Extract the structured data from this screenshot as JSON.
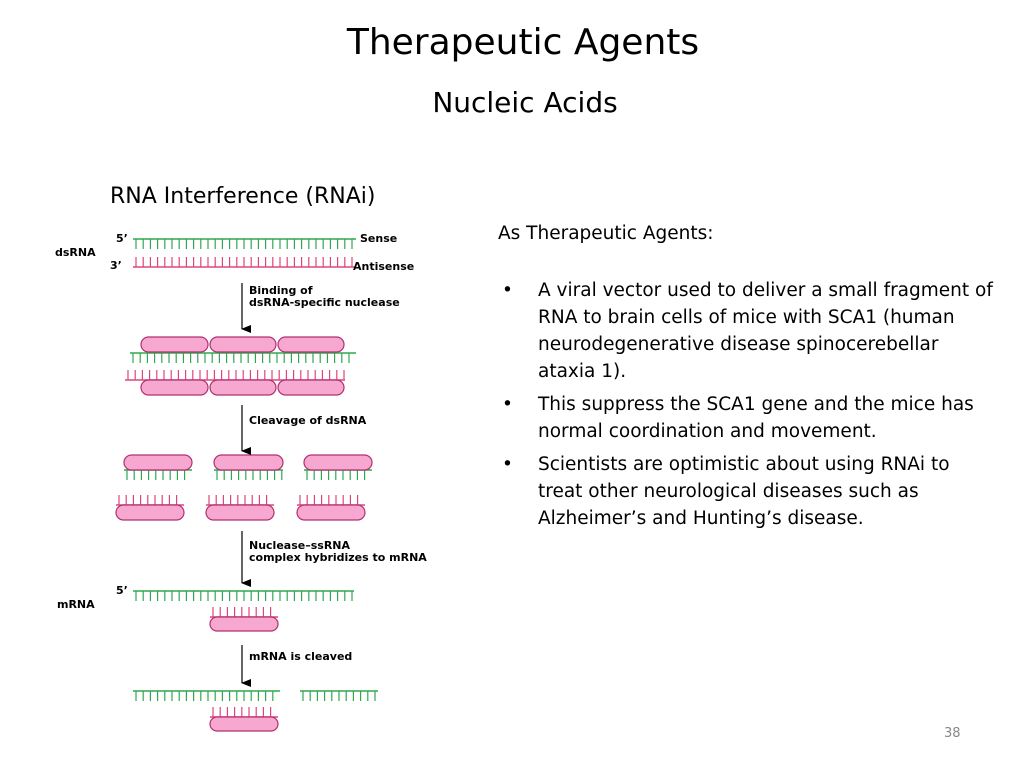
{
  "slide": {
    "title": "Therapeutic Agents",
    "subtitle": "Nucleic Acids",
    "page_number": "38"
  },
  "diagram": {
    "heading": "RNA Interference (RNAi)",
    "labels": {
      "five_prime_top": "5’",
      "three_prime": "3’",
      "dsrna": "dsRNA",
      "sense": "Sense",
      "antisense": "Antisense",
      "step1_line1": "Binding of",
      "step1_line2": "dsRNA-specific nuclease",
      "step2": "Cleavage of dsRNA",
      "step3_line1": "Nuclease–ssRNA",
      "step3_line2": "complex hybridizes to mRNA",
      "five_prime_mrna": "5’",
      "mrna": "mRNA",
      "step4": "mRNA is cleaved"
    },
    "colors": {
      "sense_strand": "#2fa84f",
      "antisense_strand": "#e0457a",
      "nuclease_fill": "#f7a8d0",
      "nuclease_stroke": "#b03070"
    }
  },
  "notes": {
    "intro": "As Therapeutic Agents:",
    "bullet_symbol": "•",
    "bullets": [
      "A viral vector used to deliver a small fragment of RNA to brain cells of mice with SCA1 (human neurodegenerative disease spinocerebellar ataxia 1).",
      "This suppress the SCA1 gene and the mice has normal coordination and movement.",
      "Scientists are optimistic about using RNAi to treat other neurological diseases such as Alzheimer’s  and Hunting’s disease."
    ]
  }
}
